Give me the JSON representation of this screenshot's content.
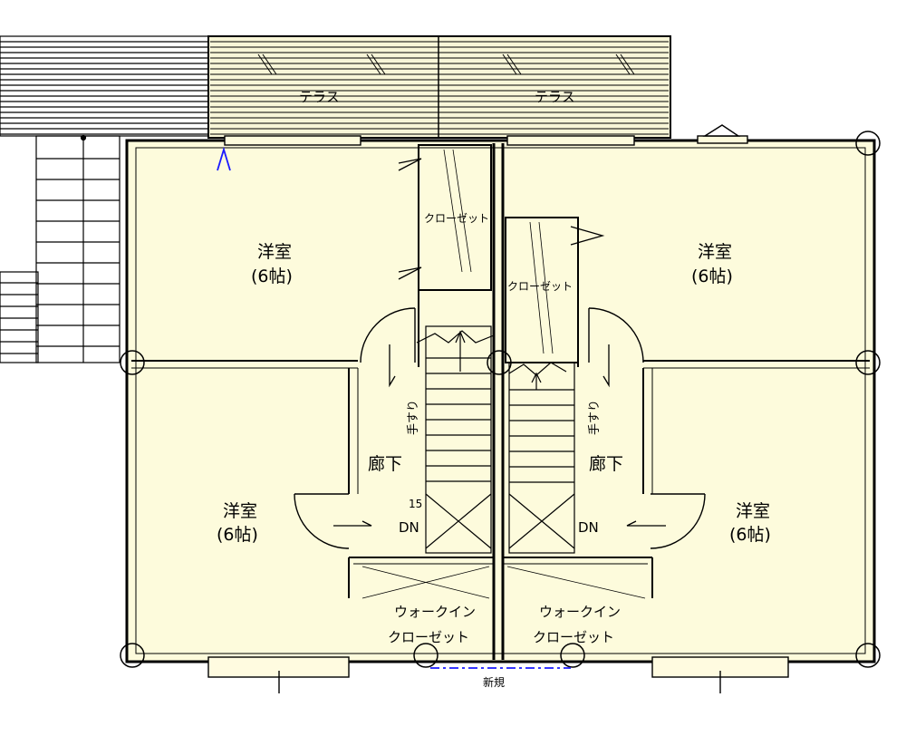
{
  "labels": {
    "terrace_left": "テラス",
    "terrace_right": "テラス",
    "room_tl_name": "洋室",
    "room_tl_size": "(6帖)",
    "room_tr_name": "洋室",
    "room_tr_size": "(6帖)",
    "room_bl_name": "洋室",
    "room_bl_size": "(6帖)",
    "room_br_name": "洋室",
    "room_br_size": "(6帖)",
    "closet_left": "クローゼット",
    "closet_right": "クローゼット",
    "hallway_left": "廊下",
    "hallway_right": "廊下",
    "handrail_left": "手すり",
    "handrail_right": "手すり",
    "dn_left": "DN",
    "dn_right": "DN",
    "step_count": "15",
    "wic_left_1": "ウォークイン",
    "wic_left_2": "クローゼット",
    "wic_right_1": "ウォークイン",
    "wic_right_2": "クローゼット",
    "new_note": "新規"
  },
  "colors": {
    "floor": "#fdfbdc",
    "terrace": "#f8f6d8",
    "wall": "#000000",
    "accent_blue": "#1a1aff"
  }
}
